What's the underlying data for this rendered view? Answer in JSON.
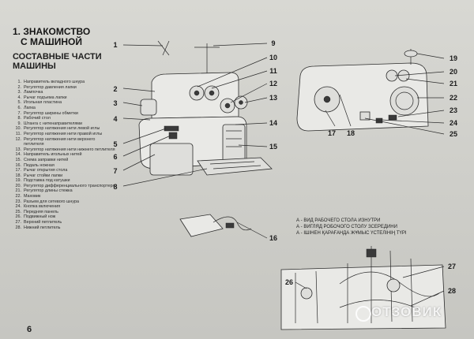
{
  "section": {
    "number_title_line1": "1. ЗНАКОМСТВО",
    "title_line2": "С МАШИНОЙ"
  },
  "parts_title_line1": "СОСТАВНЫЕ ЧАСТИ",
  "parts_title_line2": "МАШИНЫ",
  "parts": [
    {
      "num": "1.",
      "text": "Направитель вкладного шнура"
    },
    {
      "num": "2.",
      "text": "Регулятор давления лапки"
    },
    {
      "num": "3.",
      "text": "Лампочка"
    },
    {
      "num": "4.",
      "text": "Рычаг подъема лапки"
    },
    {
      "num": "5.",
      "text": "Игольная пластина"
    },
    {
      "num": "6.",
      "text": "Лапка"
    },
    {
      "num": "7.",
      "text": "Регулятор ширины обметки"
    },
    {
      "num": "8.",
      "text": "Рабочий стол"
    },
    {
      "num": "9.",
      "text": "Штанга с нитенаправителями"
    },
    {
      "num": "10.",
      "text": "Регулятор натяжения нити левой иглы"
    },
    {
      "num": "11.",
      "text": "Регулятор натяжения нити правой иглы"
    },
    {
      "num": "12.",
      "text": "Регулятор натяжения нити верхнего петлителя"
    },
    {
      "num": "13.",
      "text": "Регулятор натяжения нити нижнего петлителя"
    },
    {
      "num": "14.",
      "text": "Направитель игольных нитей"
    },
    {
      "num": "15.",
      "text": "Схема заправки нитей"
    },
    {
      "num": "16.",
      "text": "Педаль ножная"
    },
    {
      "num": "17.",
      "text": "Рычаг открытия стола"
    },
    {
      "num": "18.",
      "text": "Рычаг стойки лапки"
    },
    {
      "num": "19.",
      "text": "Подставка под катушки"
    },
    {
      "num": "20.",
      "text": "Регулятор дифференциального транспортера"
    },
    {
      "num": "21.",
      "text": "Регулятор длины стежка"
    },
    {
      "num": "22.",
      "text": "Маховик"
    },
    {
      "num": "23.",
      "text": "Разъем для сетевого шнура"
    },
    {
      "num": "24.",
      "text": "Кнопка включения"
    },
    {
      "num": "25.",
      "text": "Передняя панель"
    },
    {
      "num": "26.",
      "text": "Подвижный нож"
    },
    {
      "num": "27.",
      "text": "Верхний петлитель"
    },
    {
      "num": "28.",
      "text": "Нижний петлитель"
    }
  ],
  "legend": [
    "А - ВИД РАБОЧЕГО СТОЛА ИЗНУТРИ",
    "А - ВИГЛЯД РОБОЧОГО СТОЛУ ЗСЕРЕДИНИ",
    "А - ІШІНЕН ҚАРАҒАНДА ЖҰМЫС ҮСТЕЛІНІҢ ТҮРІ"
  ],
  "callouts": {
    "c1": "1",
    "c2": "2",
    "c3": "3",
    "c4": "4",
    "c5": "5",
    "c6": "6",
    "c7": "7",
    "c8": "8",
    "c9": "9",
    "c10": "10",
    "c11": "11",
    "c12": "12",
    "c13": "13",
    "c14": "14",
    "c15": "15",
    "c16": "16",
    "c17": "17",
    "c18": "18",
    "c19": "19",
    "c20": "20",
    "c21": "21",
    "c22": "22",
    "c23": "23",
    "c24": "24",
    "c25": "25",
    "c26": "26",
    "c27": "27",
    "c28": "28"
  },
  "page_number": "6",
  "watermark": "ОТЗОВИК"
}
